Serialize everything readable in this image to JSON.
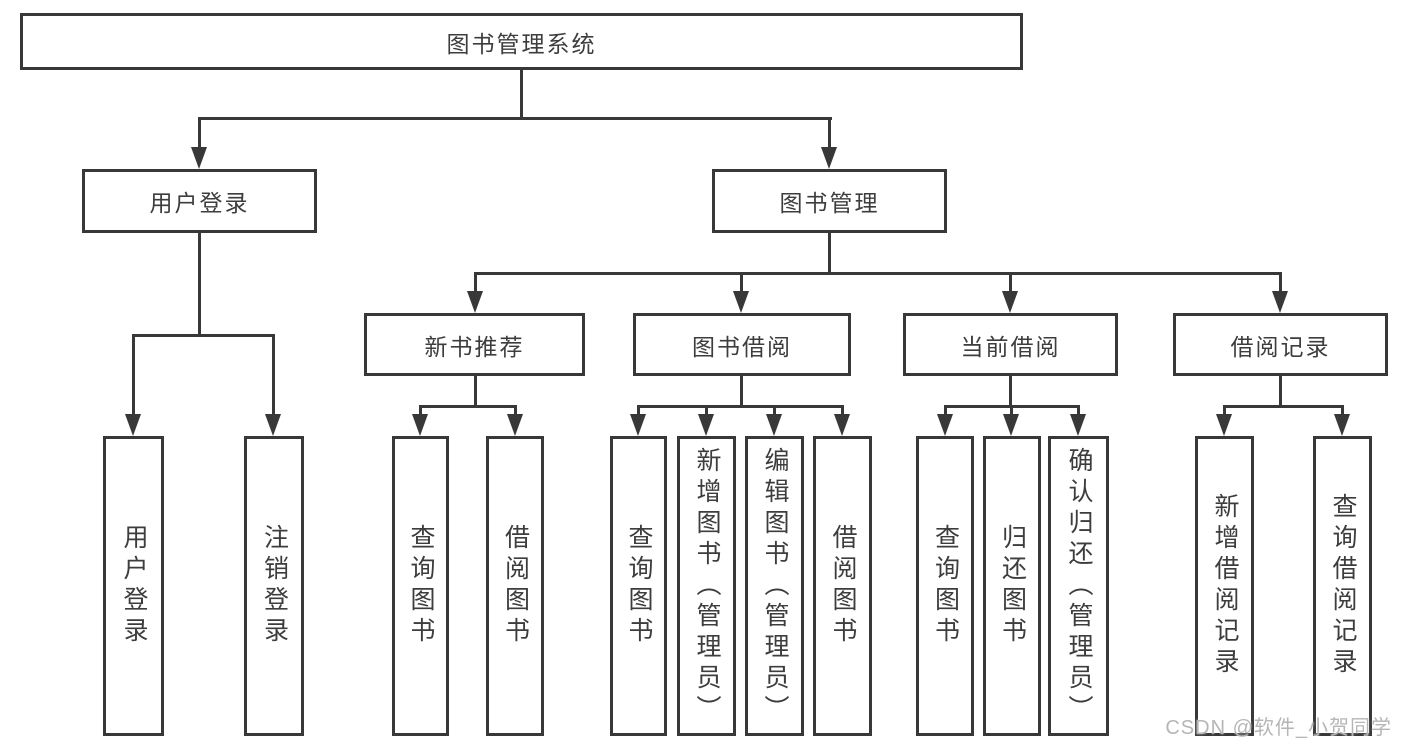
{
  "diagram": {
    "root": "图书管理系统",
    "level2": [
      "用户登录",
      "图书管理"
    ],
    "level3": [
      "新书推荐",
      "图书借阅",
      "当前借阅",
      "借阅记录"
    ],
    "leaves": {
      "user": [
        "用户登录",
        "注销登录"
      ],
      "new_book": [
        "查询图书",
        "借阅图书"
      ],
      "borrow": [
        "查询图书",
        "新增图书（管理员）",
        "编辑图书（管理员）",
        "借阅图书"
      ],
      "current": [
        "查询图书",
        "归还图书",
        "确认归还（管理员）"
      ],
      "records": [
        "新增借阅记录",
        "查询借阅记录"
      ]
    }
  },
  "watermark": "CSDN @软件_小贺同学",
  "colors": {
    "line": "#383838",
    "text": "#3d3d3d",
    "watermark": "#b6b6b6",
    "background": "#ffffff"
  }
}
